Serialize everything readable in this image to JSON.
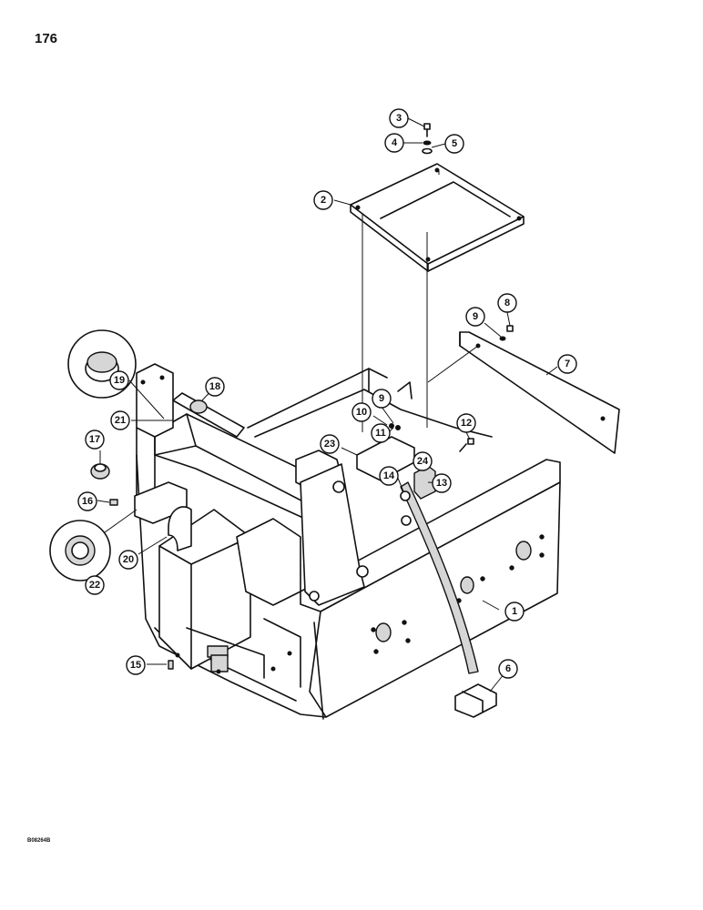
{
  "page": {
    "number": "176",
    "drawing_code": "B08264B"
  },
  "callouts": [
    "1",
    "2",
    "3",
    "4",
    "5",
    "6",
    "7",
    "8",
    "9",
    "9",
    "10",
    "11",
    "12",
    "13",
    "14",
    "15",
    "16",
    "17",
    "18",
    "19",
    "20",
    "21",
    "22",
    "23",
    "24"
  ]
}
